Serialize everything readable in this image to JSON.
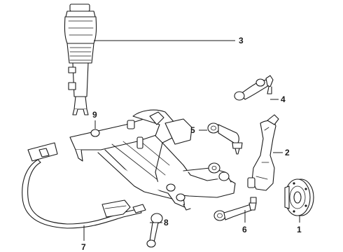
{
  "diagram": {
    "callouts": [
      {
        "id": "c1",
        "text": "1"
      },
      {
        "id": "c2",
        "text": "2"
      },
      {
        "id": "c3",
        "text": "3"
      },
      {
        "id": "c4",
        "text": "4"
      },
      {
        "id": "c5",
        "text": "5"
      },
      {
        "id": "c6",
        "text": "6"
      },
      {
        "id": "c7",
        "text": "7"
      },
      {
        "id": "c8",
        "text": "8"
      },
      {
        "id": "c9",
        "text": "9"
      }
    ],
    "colors": {
      "line": "#1a1a1a",
      "background": "#ffffff"
    }
  }
}
